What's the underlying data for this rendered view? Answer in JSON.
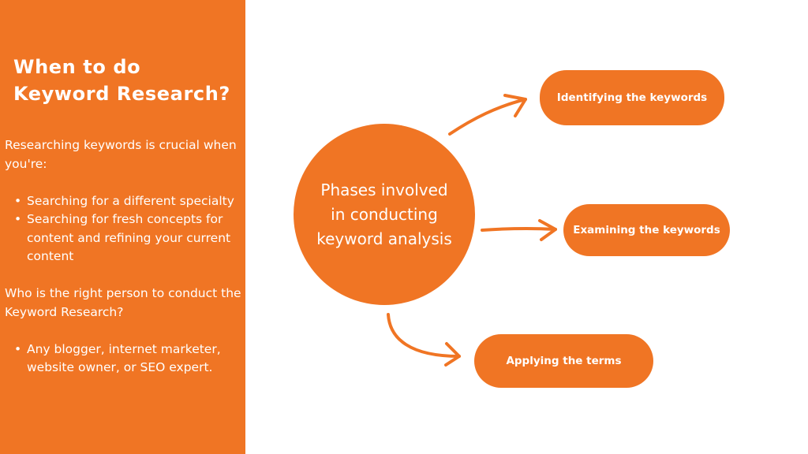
{
  "sidebar": {
    "title": "When to do Keyword Research?",
    "intro": "Researching keywords is crucial when you're:",
    "bullets_1": [
      "Searching for a different specialty",
      "Searching for fresh concepts for content and refining your current content"
    ],
    "question": "Who is the right person to conduct the Keyword Research?",
    "bullets_2": [
      "Any blogger, internet marketer, website owner, or SEO expert."
    ],
    "bullet_symbol": "•"
  },
  "diagram": {
    "center_label": "Phases involved in conducting keyword analysis",
    "phases": [
      "Identifying the keywords",
      "Examining the keywords",
      "Applying the terms"
    ]
  },
  "colors": {
    "accent": "#f07524",
    "background": "#ffffff",
    "text_on_accent": "#ffffff"
  }
}
